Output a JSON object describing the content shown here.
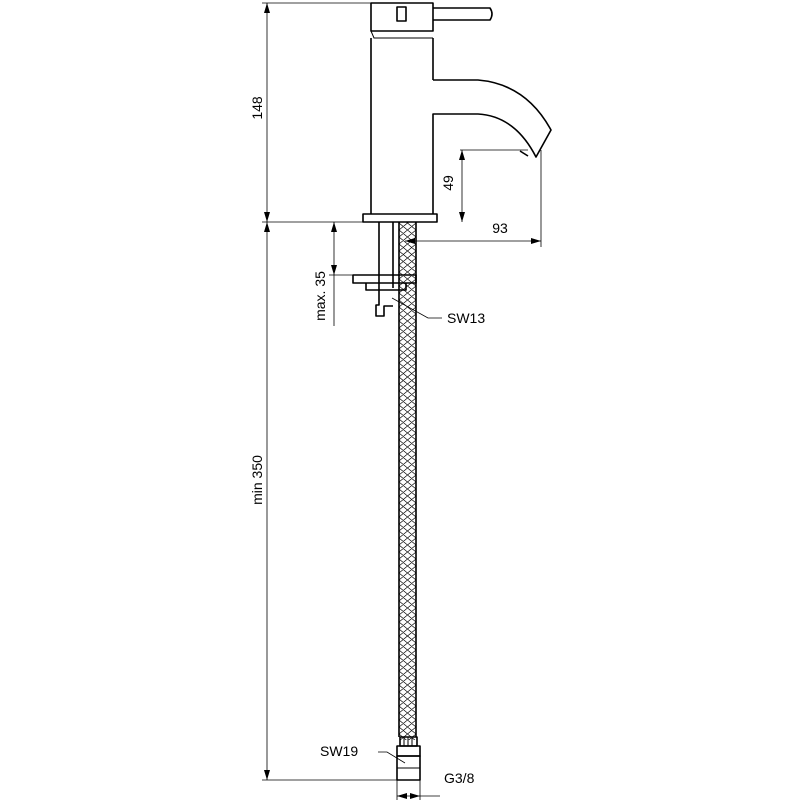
{
  "dimensions": {
    "height_upper": "148",
    "outlet_height": "49",
    "reach": "93",
    "max_thickness": "max. 35",
    "min_length": "min 350"
  },
  "callouts": {
    "nut_upper": "SW13",
    "nut_lower": "SW19",
    "thread": "G3/8"
  }
}
